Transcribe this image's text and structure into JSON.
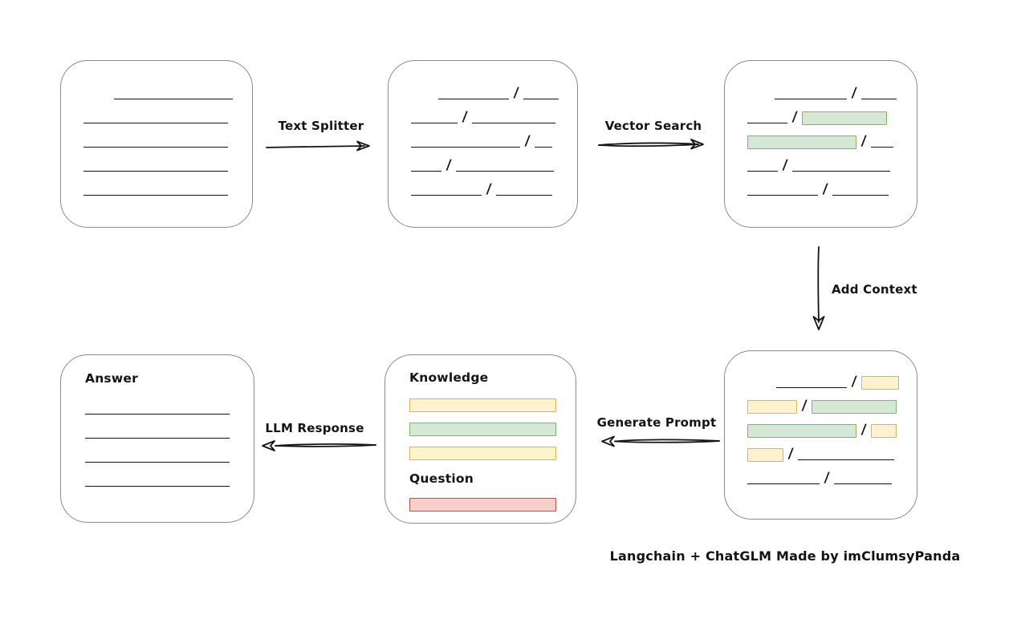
{
  "colors": {
    "canvas-bg": "#ffffff",
    "node-border": "#8a8a8a",
    "stroke": "#141414",
    "green-fill": "#d5e8d4",
    "green-border": "#82b366",
    "yellow-fill": "#fff2cc",
    "yellow-border": "#d6b656",
    "red-fill": "#f8cecc",
    "red-border": "#b85450"
  },
  "labels": {
    "text_splitter": "Text Splitter",
    "vector_search": "Vector Search",
    "add_context": "Add Context",
    "generate_prompt": "Generate Prompt",
    "llm_response": "LLM Response"
  },
  "nodes": {
    "document": {
      "rows": [
        [
          {
            "t": "gap",
            "w": 32
          },
          {
            "t": "rule",
            "w": 148
          }
        ],
        [
          {
            "t": "rule",
            "w": 180
          }
        ],
        [
          {
            "t": "rule",
            "w": 180
          }
        ],
        [
          {
            "t": "rule",
            "w": 180
          }
        ],
        [
          {
            "t": "rule",
            "w": 180
          }
        ]
      ]
    },
    "split_text": {
      "rows": [
        [
          {
            "t": "gap",
            "w": 28
          },
          {
            "t": "rule",
            "w": 88
          },
          {
            "t": "slash"
          },
          {
            "t": "rule",
            "w": 44
          }
        ],
        [
          {
            "t": "rule",
            "w": 58
          },
          {
            "t": "slash"
          },
          {
            "t": "rule",
            "w": 104
          }
        ],
        [
          {
            "t": "rule",
            "w": 136
          },
          {
            "t": "slash"
          },
          {
            "t": "rule",
            "w": 22
          }
        ],
        [
          {
            "t": "rule",
            "w": 38
          },
          {
            "t": "slash"
          },
          {
            "t": "rule",
            "w": 122
          }
        ],
        [
          {
            "t": "rule",
            "w": 88
          },
          {
            "t": "slash"
          },
          {
            "t": "rule",
            "w": 70
          }
        ]
      ]
    },
    "matched_text": {
      "rows": [
        [
          {
            "t": "gap",
            "w": 28
          },
          {
            "t": "rule",
            "w": 90
          },
          {
            "t": "slash"
          },
          {
            "t": "rule",
            "w": 44
          }
        ],
        [
          {
            "t": "rule",
            "w": 50
          },
          {
            "t": "slash"
          },
          {
            "t": "chip",
            "c": "green",
            "w": 106
          }
        ],
        [
          {
            "t": "chip",
            "c": "green",
            "w": 136
          },
          {
            "t": "slash"
          },
          {
            "t": "rule",
            "w": 28
          }
        ],
        [
          {
            "t": "rule",
            "w": 38
          },
          {
            "t": "slash"
          },
          {
            "t": "rule",
            "w": 122
          }
        ],
        [
          {
            "t": "rule",
            "w": 88
          },
          {
            "t": "slash"
          },
          {
            "t": "rule",
            "w": 70
          }
        ]
      ]
    },
    "context_text": {
      "rows": [
        [
          {
            "t": "gap",
            "w": 30
          },
          {
            "t": "rule",
            "w": 88
          },
          {
            "t": "slash"
          },
          {
            "t": "chip",
            "c": "yellow",
            "w": 47
          }
        ],
        [
          {
            "t": "chip",
            "c": "yellow",
            "w": 62
          },
          {
            "t": "slash"
          },
          {
            "t": "chip",
            "c": "green",
            "w": 106
          }
        ],
        [
          {
            "t": "chip",
            "c": "green",
            "w": 136
          },
          {
            "t": "slash"
          },
          {
            "t": "chip",
            "c": "yellow",
            "w": 32
          }
        ],
        [
          {
            "t": "chip",
            "c": "yellow",
            "w": 45
          },
          {
            "t": "slash"
          },
          {
            "t": "rule",
            "w": 120
          }
        ],
        [
          {
            "t": "rule",
            "w": 90
          },
          {
            "t": "slash"
          },
          {
            "t": "rule",
            "w": 72
          }
        ]
      ]
    },
    "prompt": {
      "knowledge_label": "Knowledge",
      "question_label": "Question",
      "knowledge_rows": [
        [
          {
            "t": "chip",
            "c": "yellow",
            "w": 183
          }
        ],
        [
          {
            "t": "chip",
            "c": "green",
            "w": 183
          }
        ],
        [
          {
            "t": "chip",
            "c": "yellow",
            "w": 183
          }
        ]
      ],
      "question_rows": [
        [
          {
            "t": "chip",
            "c": "red",
            "w": 183
          }
        ]
      ]
    },
    "answer": {
      "label": "Answer",
      "rows": [
        [
          {
            "t": "rule",
            "w": 180
          }
        ],
        [
          {
            "t": "rule",
            "w": 180
          }
        ],
        [
          {
            "t": "rule",
            "w": 180
          }
        ],
        [
          {
            "t": "rule",
            "w": 180
          }
        ]
      ]
    }
  },
  "footer": {
    "credit": "Langchain + ChatGLM Made by imClumsyPanda"
  }
}
